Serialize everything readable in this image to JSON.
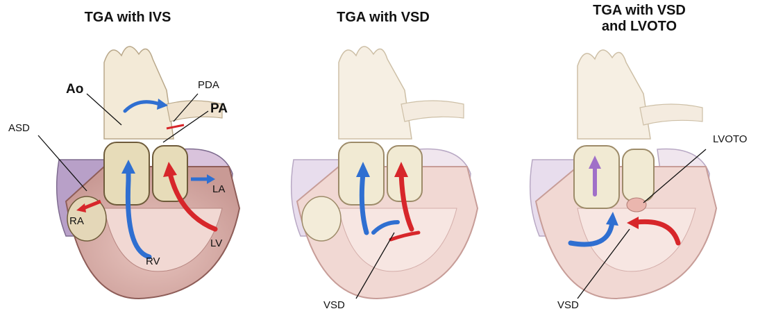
{
  "panels": [
    {
      "title": "TGA with IVS",
      "labels": {
        "ao": "Ao",
        "pda": "PDA",
        "pa": "PA",
        "asd": "ASD",
        "ra": "RA",
        "la": "LA",
        "rv": "RV",
        "lv": "LV"
      }
    },
    {
      "title": "TGA with VSD",
      "labels": {
        "vsd": "VSD"
      }
    },
    {
      "title_line1": "TGA with VSD",
      "title_line2": "and LVOTO",
      "labels": {
        "lvoto": "LVOTO",
        "vsd": "VSD"
      }
    }
  ],
  "colors": {
    "deoxygenated_flow": "#2f6fd1",
    "oxygenated_flow": "#d7262a",
    "mixed_flow": "#a070c8",
    "myocardium": "#f1cfc6",
    "atrium": "#b8a0c8",
    "valve": "#e7dcb9",
    "great_vessel": "#f3ead7"
  }
}
